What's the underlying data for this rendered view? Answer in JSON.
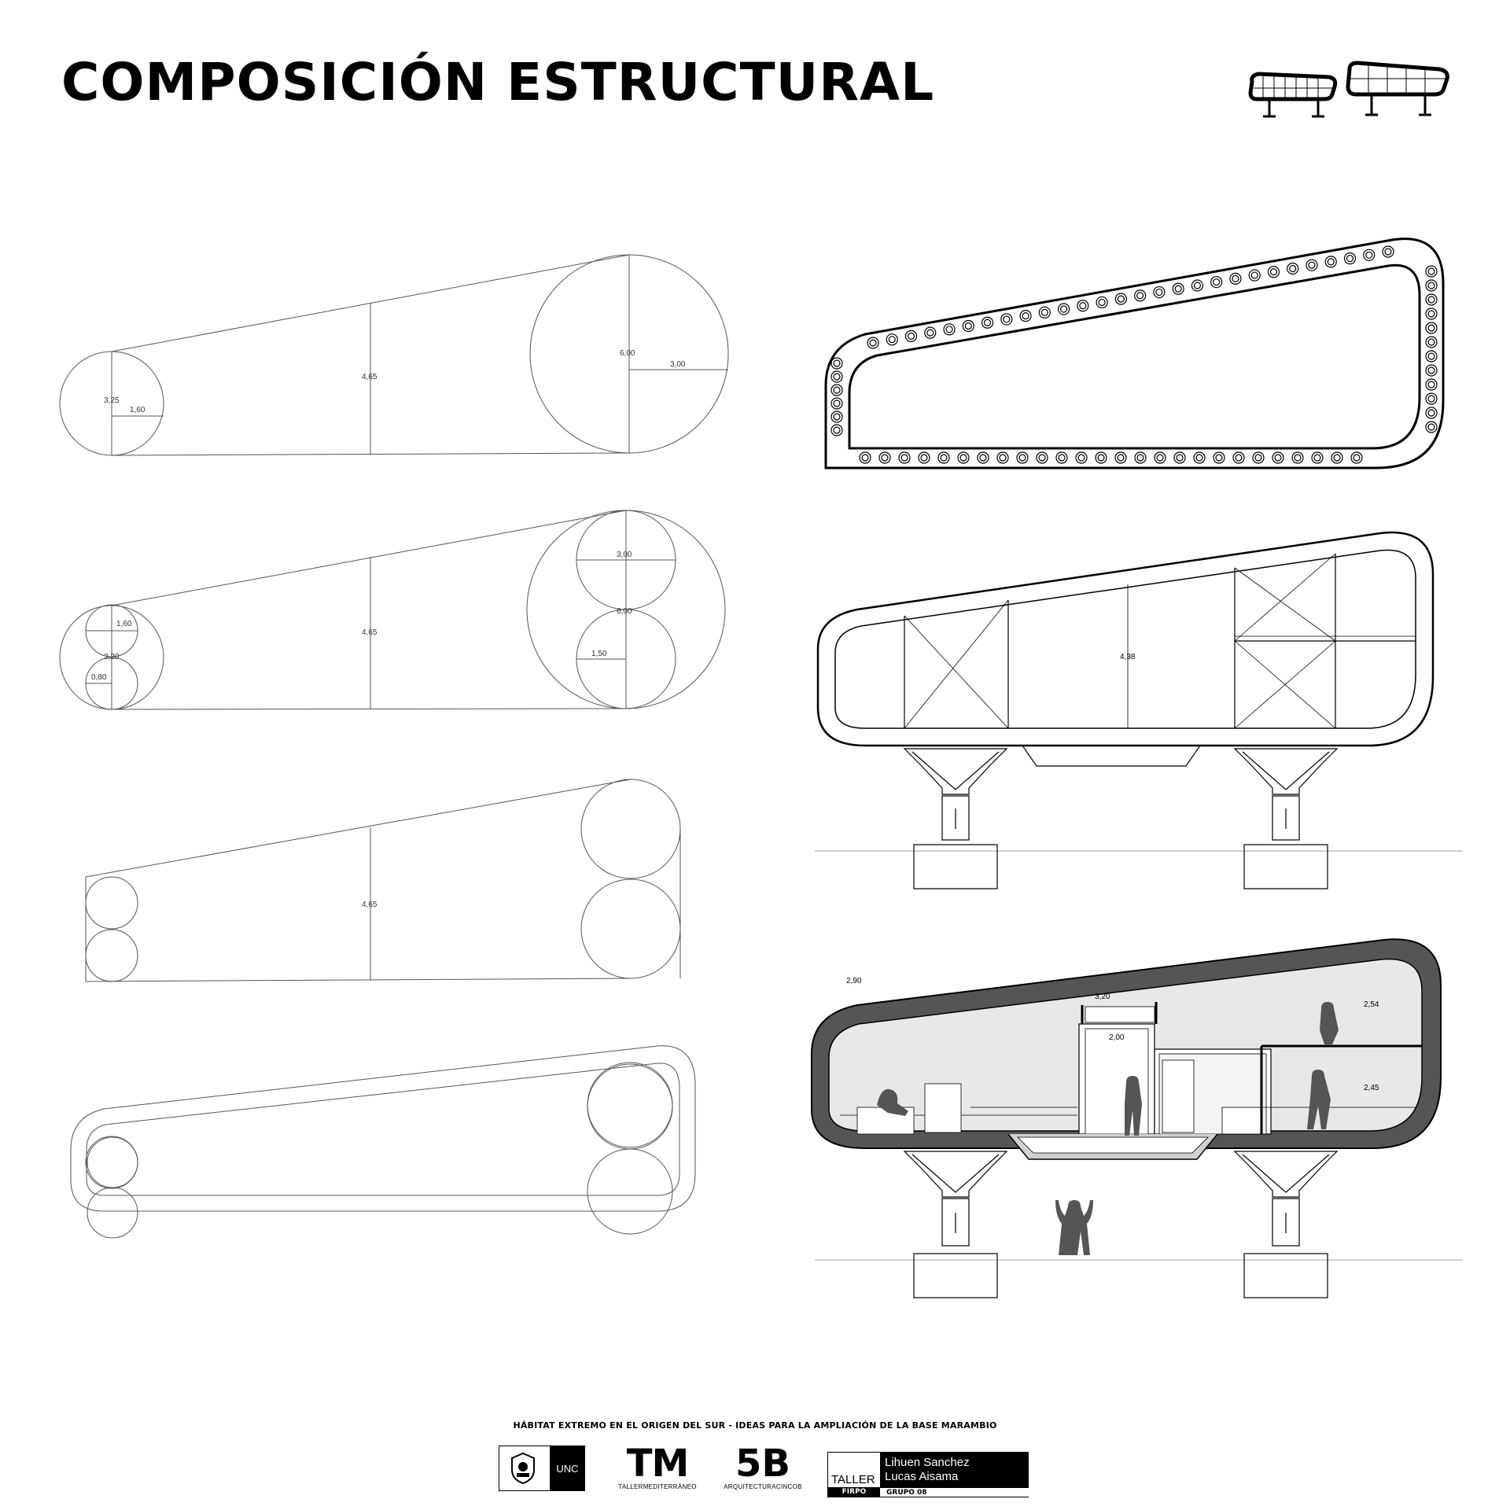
{
  "title": "COMPOSICIÓN ESTRUCTURAL",
  "diagrams": {
    "geometry_1": {
      "d_small": "3,25",
      "r_small": "1,60",
      "height": "4,65",
      "d_large": "6,00",
      "r_large": "3,00"
    },
    "geometry_2": {
      "r_small": "1,60",
      "d_small": "3,20",
      "r_small_inner": "0,80",
      "height": "4,65",
      "d_large": "6,00",
      "d_large_inner": "3,00",
      "r_large_inner": "1,50"
    },
    "geometry_3": {
      "height": "4,65"
    },
    "structure_section": {
      "height": "4,38"
    },
    "interior_section": {
      "left_height": "2,90",
      "core_width": "2,00",
      "core_height": "3,20",
      "upper_height": "2,54",
      "lower_height": "2,45"
    }
  },
  "footer": {
    "title": "HÁBITAT EXTREMO EN EL ORIGEN DEL SUR - IDEAS PARA LA AMPLIACIÓN DE LA BASE MARAMBIO",
    "unc_label": "UNC",
    "tm_logo": "TM",
    "tm_caption": "TALLERMEDITERRÁNEO",
    "fiveb_logo": "5B",
    "fiveb_caption": "ARQUITECTURACINCOB",
    "taller_label": "TALLER",
    "firpo_label": "FIRPO",
    "author_1": "Lihuen Sanchez",
    "author_2": "Lucas Aisama",
    "group_label": "GRUPO 08"
  }
}
